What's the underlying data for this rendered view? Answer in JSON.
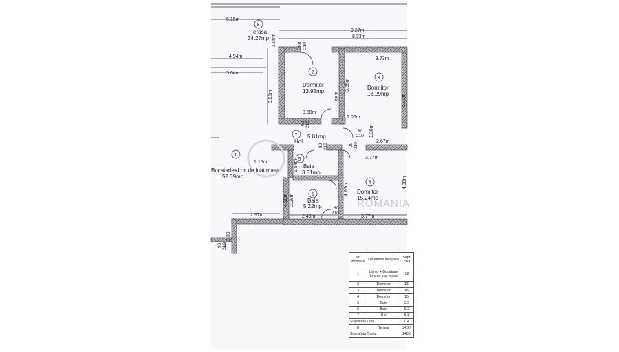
{
  "rooms": [
    {
      "num": "1",
      "name": "Bucatarie+Loc de luat masa",
      "area": "52.39mp"
    },
    {
      "num": "2",
      "name": "Dormitor",
      "area": "13.95mp"
    },
    {
      "num": "3",
      "name": "Dormitor",
      "area": "18.29mp"
    },
    {
      "num": "4",
      "name": "Dormitor",
      "area": "15.24mp"
    },
    {
      "num": "5",
      "name": "Baie",
      "area": "3.51mp"
    },
    {
      "num": "6",
      "name": "Baie",
      "area": "5.22mp"
    },
    {
      "num": "7",
      "name": "Hol",
      "area": "5.81mp"
    },
    {
      "num": "8",
      "name": "Terasa",
      "area": "34.27mp"
    }
  ],
  "dimensions": {
    "d_515": "5.15m",
    "d_927": "9.27m",
    "d_833": "8.33m",
    "d_494": "4.94m",
    "d_504": "5.04m",
    "d_100": "1.00m",
    "d_373_top": "3.73m",
    "d_385a": "3.85",
    "d_385b": "3.85m",
    "d_315": "3.15m",
    "d_358": "3.58m",
    "d_531": "5.31m",
    "d_106": "1.06m",
    "d_136": "1.36m",
    "d_267": "2.67m",
    "d_115": "1.15m",
    "d_154": "1.54m",
    "d_377_top": "3.77m",
    "d_406": "4.06m",
    "d_408": "4.08m",
    "d_418": "4.18m",
    "d_228": "2.28m",
    "d_297": "2.97m",
    "d_248": "2.48m",
    "d_377_bot": "3.77m",
    "d_239": "2.39"
  },
  "doors": {
    "w80": "80",
    "w90": "90",
    "h210": "210"
  },
  "watermark": "ROMANIA",
  "legend": {
    "headers": [
      "Nr. incapere",
      "Denumire incapere",
      "Supr. utila"
    ],
    "rows": [
      {
        "nr": "1",
        "name": "Living + Bucatarie Loc de luat masa",
        "area": "52"
      },
      {
        "nr": "2",
        "name": "Dormitor",
        "area": "13."
      },
      {
        "nr": "3",
        "name": "Dormitor",
        "area": "18."
      },
      {
        "nr": "4",
        "name": "Dormitor",
        "area": "15."
      },
      {
        "nr": "5",
        "name": "Baie",
        "area": "3.5"
      },
      {
        "nr": "6",
        "name": "Baie",
        "area": "5.2"
      },
      {
        "nr": "7",
        "name": "Hol",
        "area": "5.8"
      }
    ],
    "summary": [
      {
        "label": "Suprafata Utila",
        "nr": "",
        "area": "114."
      },
      {
        "label": "Terasa",
        "nr": "8",
        "area": "34.27"
      },
      {
        "label": "Suprafata Totala",
        "nr": "",
        "area": "148.6"
      }
    ]
  },
  "colors": {
    "wall": "#7d7f84",
    "line": "#2a2d33",
    "paper": "#f7f8fa"
  }
}
